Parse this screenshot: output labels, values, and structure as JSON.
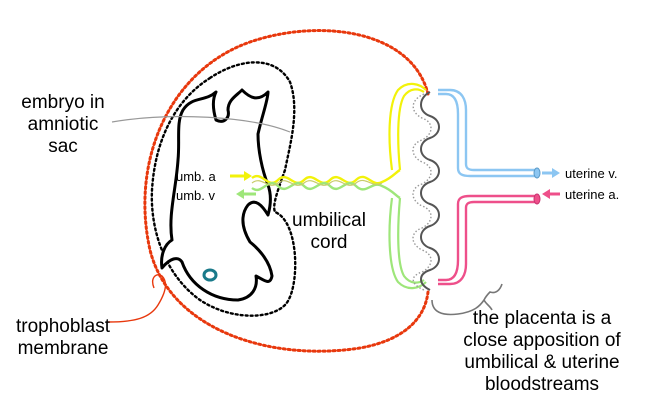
{
  "labels": {
    "embryo": [
      "embryo in",
      "amniotic",
      "sac"
    ],
    "trophoblast": [
      "trophoblast",
      "membrane"
    ],
    "umb_a": "umb. a",
    "umb_v": "umb. v",
    "cord": [
      "umbilical",
      "cord"
    ],
    "uterine_v": "uterine v.",
    "uterine_a": "uterine a.",
    "placenta": [
      "the placenta is a",
      "close apposition of",
      "umbilical & uterine",
      "bloodstreams"
    ]
  },
  "colors": {
    "outline": "#000000",
    "trophoblast": "#e8380d",
    "umbilical_artery": "#f2f20a",
    "umbilical_vein": "#9ee67a",
    "uterine_vein": "#8cc6f2",
    "uterine_artery": "#ee4f8a",
    "pointer": "#999999"
  }
}
